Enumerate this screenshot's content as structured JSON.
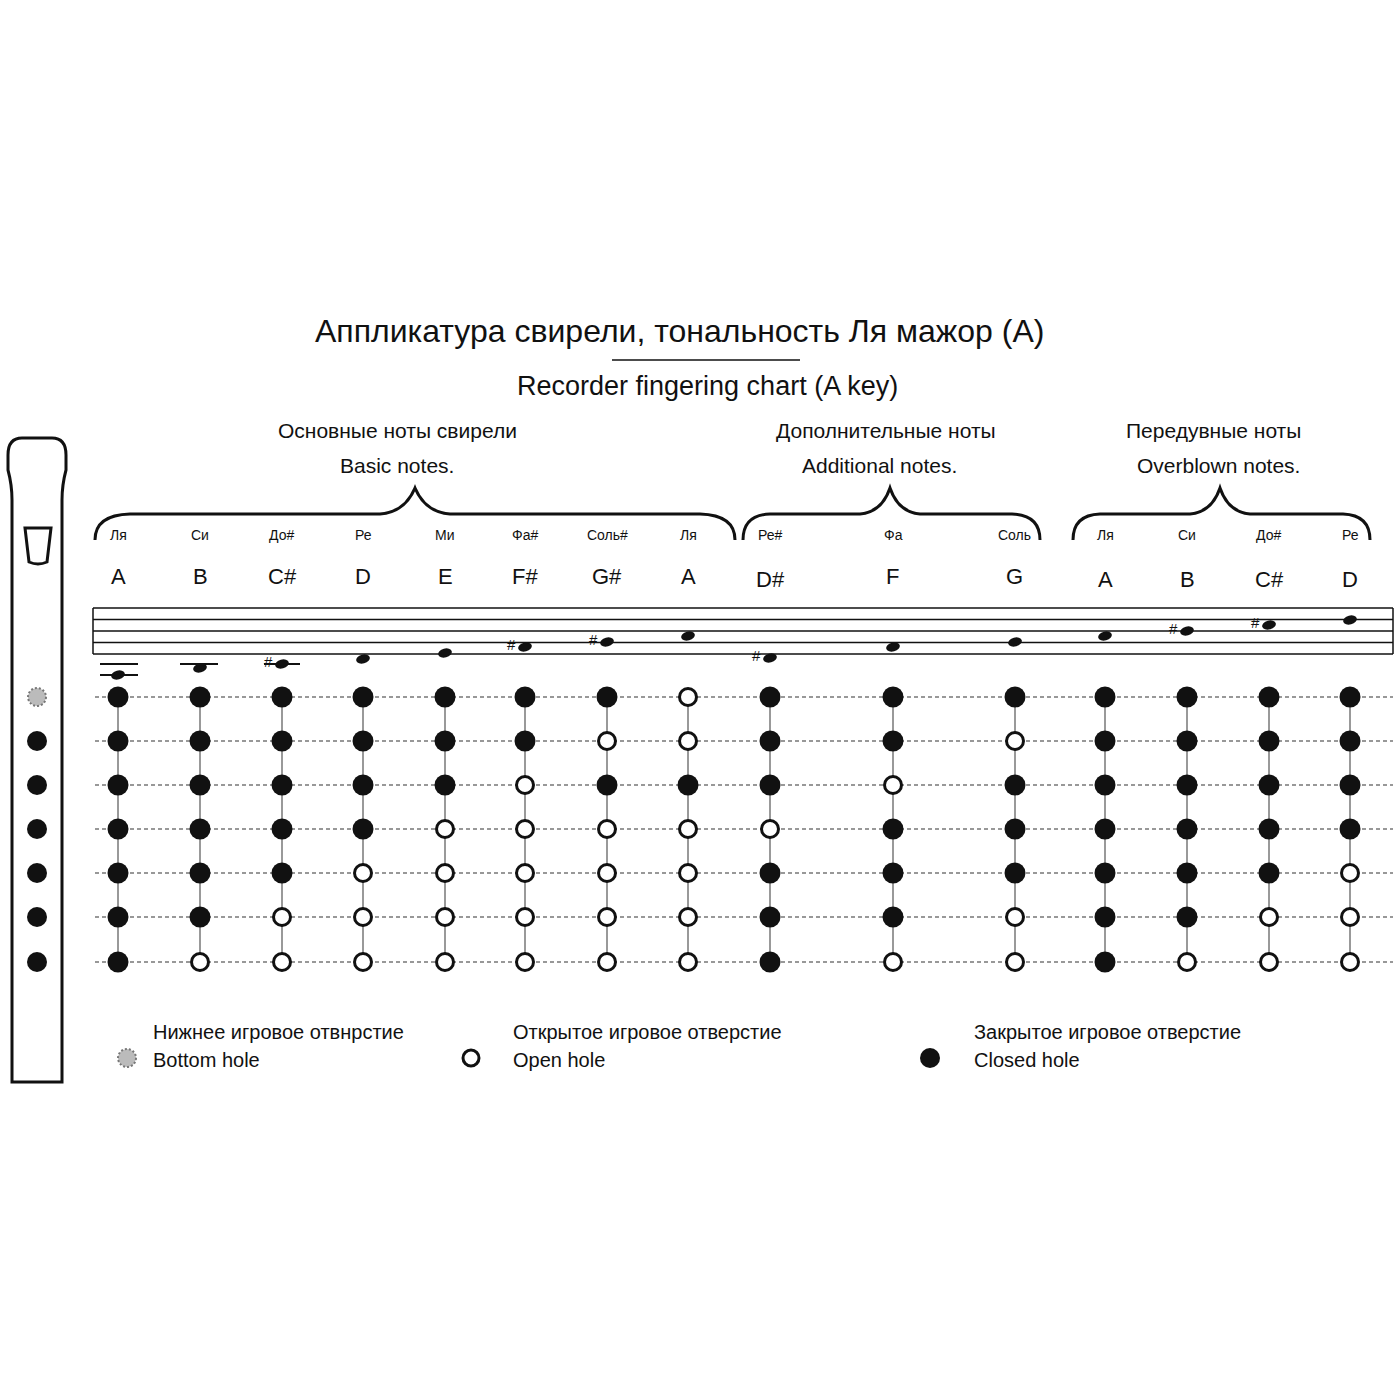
{
  "diagram": {
    "title": "Аппликатура свирели, тональность Ля мажор (A)",
    "labels": [
      "Recorder fingering chart (A key)",
      "Основные ноты свирели",
      "Basic notes.",
      "Дополнительные ноты",
      "Additional notes.",
      "Передувные ноты",
      "Overblown notes.",
      "Ля",
      "Си",
      "До#",
      "Ре",
      "Ми",
      "Фа#",
      "Соль#",
      "Ля",
      "Ре#",
      "Фа",
      "Соль",
      "Ля",
      "Си",
      "До#",
      "Ре",
      "A",
      "B",
      "C#",
      "D",
      "E",
      "F#",
      "G#",
      "A",
      "D#",
      "F",
      "G",
      "A",
      "B",
      "C#",
      "D",
      "#",
      "#",
      "#",
      "#",
      "#",
      "#"
    ],
    "legend": [
      {
        "text": "Нижнее игровое отвнрстие"
      },
      {
        "text": "Bottom hole"
      },
      {
        "text": "Открытое игровое отверстие"
      },
      {
        "text": "Open hole"
      },
      {
        "text": "Закрытое игровое отверстие"
      },
      {
        "text": "Closed hole"
      }
    ]
  }
}
